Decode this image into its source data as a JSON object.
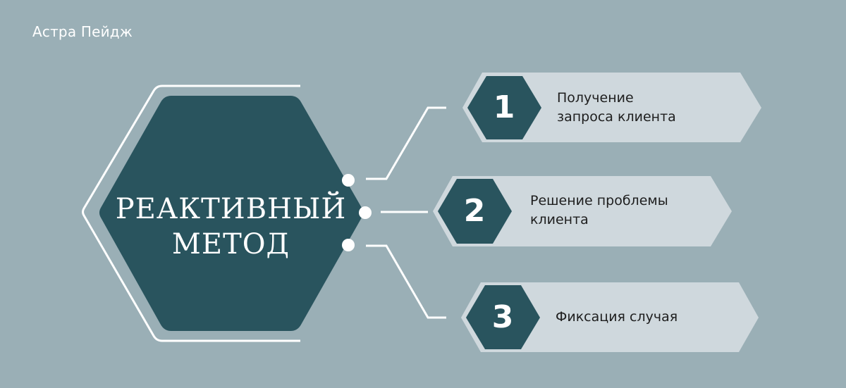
{
  "brand": {
    "name": "Астра Пейдж"
  },
  "center": {
    "title_line1": "РЕАКТИВНЫЙ",
    "title_line2": "МЕТОД"
  },
  "steps": [
    {
      "number": "1",
      "label_line1": "Получение",
      "label_line2": "запроса клиента"
    },
    {
      "number": "2",
      "label_line1": "Решение проблемы",
      "label_line2": "клиента"
    },
    {
      "number": "3",
      "label_line1": "Фиксация случая",
      "label_line2": ""
    }
  ],
  "colors": {
    "background": "#9aafb6",
    "dark_teal": "#29545e",
    "step_box": "#cfd8dd",
    "outline": "#ffffff",
    "text_dark": "#1e1e1e"
  }
}
